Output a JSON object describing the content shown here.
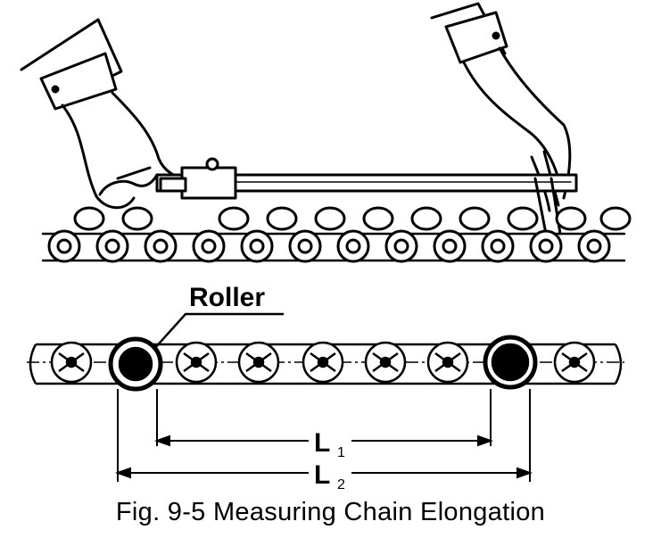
{
  "figure": {
    "caption": "Fig. 9-5 Measuring Chain Elongation",
    "labels": {
      "roller": "Roller",
      "l1_letter": "L",
      "l1_sub": "1",
      "l2_letter": "L",
      "l2_sub": "2"
    }
  }
}
